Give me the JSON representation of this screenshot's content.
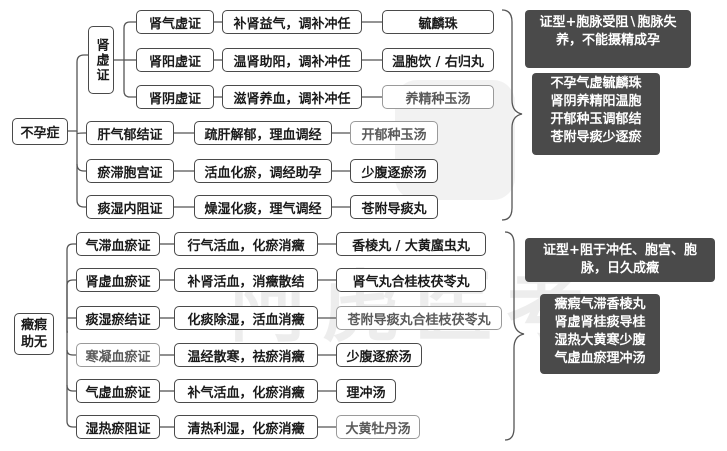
{
  "root": "不孕症",
  "section1": {
    "title": "肾虚证",
    "kidney_rows": [
      {
        "syndrome": "肾气虚证",
        "method": "补肾益气，调补冲任",
        "formula": "毓麟珠"
      },
      {
        "syndrome": "肾阳虚证",
        "method": "温肾助阳，调补冲任",
        "formula": "温胞饮 / 右归丸"
      },
      {
        "syndrome": "肾阴虚证",
        "method": "滋肾养血，调补冲任",
        "formula": "养精种玉汤"
      }
    ],
    "other_rows": [
      {
        "syndrome": "肝气郁结证",
        "method": "疏肝解郁，理血调经",
        "formula": "开郁种玉汤"
      },
      {
        "syndrome": "瘀滞胞宫证",
        "method": "活血化瘀，调经助孕",
        "formula": "少腹逐瘀汤"
      },
      {
        "syndrome": "痰湿内阻证",
        "method": "燥湿化痰，理气调经",
        "formula": "苍附导痰丸"
      }
    ],
    "note1": "证型+胞脉受阻∖胞脉失养，不能摄精成孕",
    "note2_lines": [
      "不孕气虚毓麟珠",
      "肾阴养精阳温胞",
      "开郁种玉调郁结",
      "苍附导痰少逐瘀"
    ]
  },
  "section2": {
    "title": "癥瘕助无",
    "rows": [
      {
        "syndrome": "气滞血瘀证",
        "method": "行气活血，化瘀消癥",
        "formula": "香棱丸 / 大黄䗪虫丸"
      },
      {
        "syndrome": "肾虚血瘀证",
        "method": "补肾活血，消癥散结",
        "formula": "肾气丸合桂枝茯苓丸"
      },
      {
        "syndrome": "痰湿瘀结证",
        "method": "化痰除湿，活血消癥",
        "formula": "苍附导痰丸合桂枝茯苓丸"
      },
      {
        "syndrome": "寒凝血瘀证",
        "method": "温经散寒，祛瘀消癥",
        "formula": "少腹逐瘀汤"
      },
      {
        "syndrome": "气虚血瘀证",
        "method": "补气活血，化瘀消癥",
        "formula": "理冲汤"
      },
      {
        "syndrome": "湿热瘀阻证",
        "method": "清热利湿，化瘀消癥",
        "formula": "大黄牡丹汤"
      }
    ],
    "note1": "证型+阻于冲任、胞宫、胞脉，日久成癥",
    "note2_lines": [
      "癥瘕气滞香棱丸",
      "肾虚肾桂痰导桂",
      "湿热大黄寒少腹",
      "气虚血瘀理冲汤"
    ]
  },
  "watermark": "阿虎医考"
}
